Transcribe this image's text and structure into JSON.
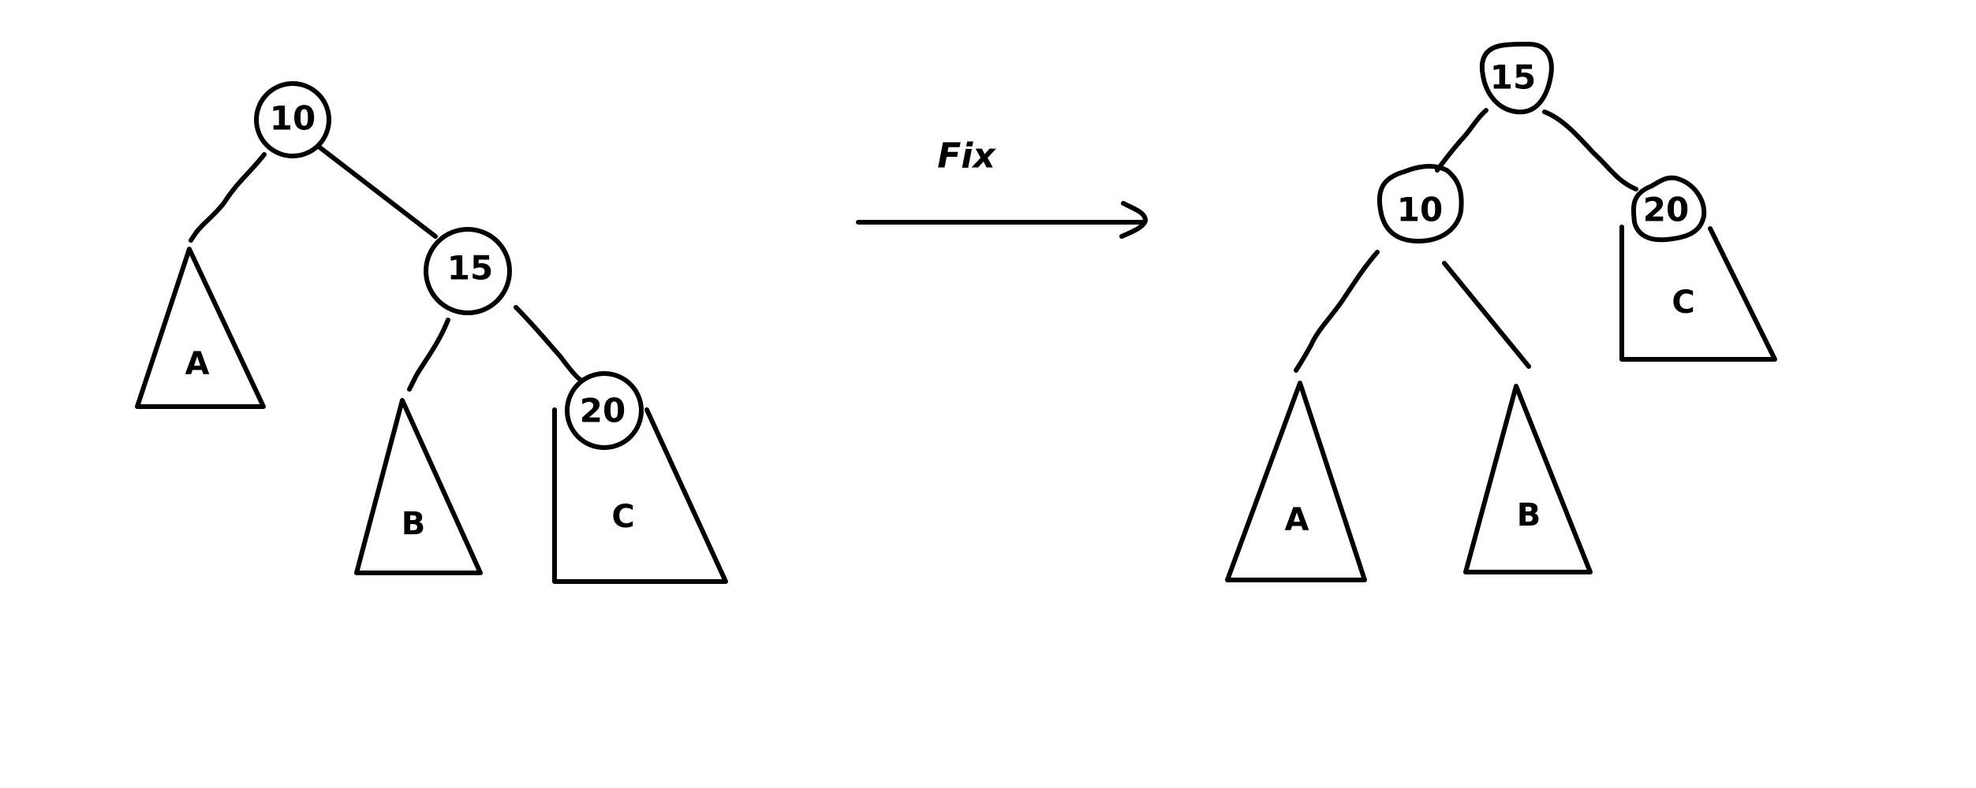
{
  "before_tree": {
    "nodes": [
      {
        "id": "n10",
        "label": "10"
      },
      {
        "id": "n15",
        "label": "15"
      },
      {
        "id": "n20",
        "label": "20"
      }
    ],
    "subtrees": [
      {
        "id": "sA",
        "label": "A"
      },
      {
        "id": "sB",
        "label": "B"
      },
      {
        "id": "sC",
        "label": "C"
      }
    ]
  },
  "transition": {
    "label": "Fix"
  },
  "after_tree": {
    "nodes": [
      {
        "id": "n15",
        "label": "15"
      },
      {
        "id": "n10",
        "label": "10"
      },
      {
        "id": "n20",
        "label": "20"
      }
    ],
    "subtrees": [
      {
        "id": "sA",
        "label": "A"
      },
      {
        "id": "sB",
        "label": "B"
      },
      {
        "id": "sC",
        "label": "C"
      }
    ]
  }
}
